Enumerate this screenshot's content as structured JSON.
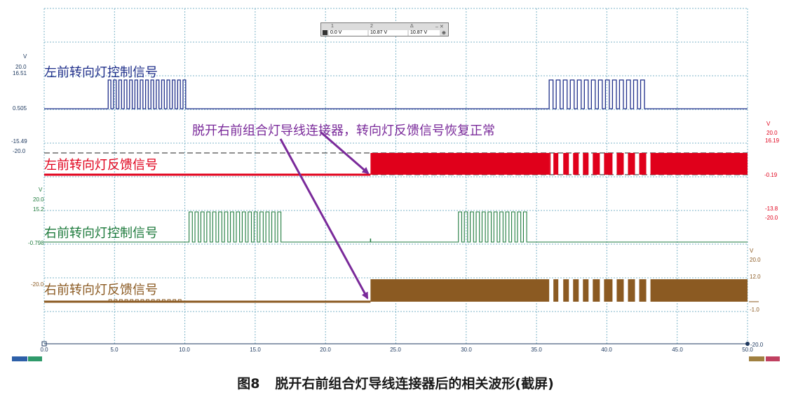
{
  "readout": {
    "col1_header": "1",
    "col2_header": "2",
    "col3_header": "Δ",
    "col1_value": "0.0 V",
    "col2_value": "10.87 V",
    "col3_value": "10.87 V",
    "controls": "–  ✕"
  },
  "channels": {
    "left_control": {
      "label": "左前转向灯控制信号",
      "color": "#1f2f8a",
      "ticks": [
        "V",
        "20.0",
        "16.51",
        "0.505",
        "-15.49",
        "-20.0"
      ]
    },
    "left_feedback": {
      "label": "左前转向灯反馈信号",
      "color": "#e0001b",
      "ticks": [
        "V",
        "20.0",
        "16.19",
        "-0.19",
        "-13.8",
        "-20.0"
      ]
    },
    "right_control": {
      "label": "右前转向灯控制信号",
      "color": "#1d7a3c",
      "ticks": [
        "V",
        "20.0",
        "15.2",
        "-0.798",
        "-20.0"
      ]
    },
    "right_feedback": {
      "label": "右前转向灯反馈信号",
      "color": "#8b5a22",
      "ticks": [
        "V",
        "20.0",
        "12.0",
        "-1.0",
        "-20.0"
      ]
    }
  },
  "annotation": {
    "text": "脱开右前组合灯导线连接器，转向灯反馈信号恢复正常",
    "color": "#7a2a9a"
  },
  "x_axis": {
    "ticks": [
      "0.0",
      "5.0",
      "10.0",
      "15.0",
      "20.0",
      "25.0",
      "30.0",
      "35.0",
      "40.0",
      "45.0",
      "50.0"
    ],
    "min": 0,
    "max": 50
  },
  "caption": {
    "figure_number": "图8",
    "text": "脱开右前组合灯导线连接器后的相关波形(截屏)"
  },
  "colors": {
    "grid": "#7fb5c8",
    "background": "#ffffff"
  }
}
